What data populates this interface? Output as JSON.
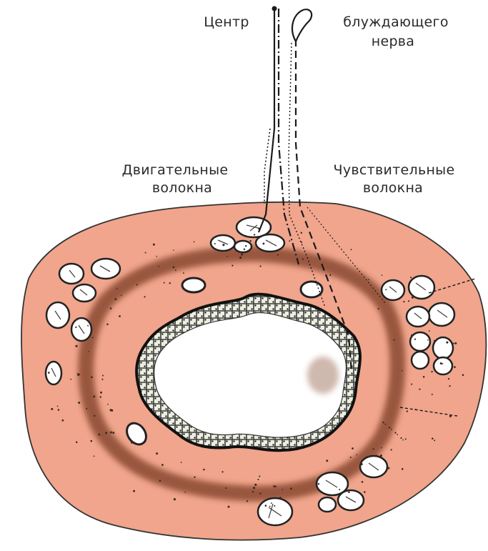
{
  "labels": {
    "center": "Центр",
    "vagus_line1": "блуждающего",
    "vagus_line2": "нерва",
    "motor_line1": "Двигательные",
    "motor_line2": "волокна",
    "sensory_line1": "Чувствительные",
    "sensory_line2": "волокна"
  },
  "colors": {
    "tissue": "#f0a58c",
    "muscle_ring": "#8a4a30",
    "lumen": "#ffffff",
    "epithelium": "#1e1e1e",
    "gland_fill": "#ffffff",
    "nerve_line": "#1a1a1a"
  }
}
